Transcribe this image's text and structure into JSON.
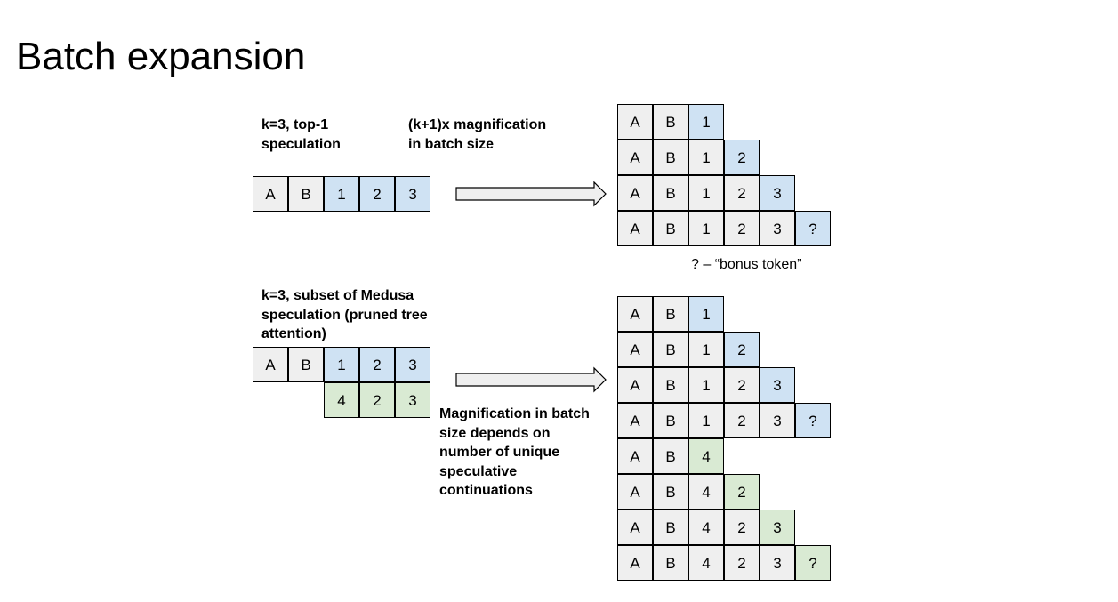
{
  "title": "Batch expansion",
  "colors": {
    "plain": "#efefef",
    "blue": "#cfe2f3",
    "green": "#d9ead3",
    "stroke": "#000000"
  },
  "top_section": {
    "label_left": "k=3, top-1\nspeculation",
    "label_right": "(k+1)x magnification\nin batch size",
    "input_row": [
      {
        "text": "A",
        "color": "plain"
      },
      {
        "text": "B",
        "color": "plain"
      },
      {
        "text": "1",
        "color": "blue"
      },
      {
        "text": "2",
        "color": "blue"
      },
      {
        "text": "3",
        "color": "blue"
      }
    ],
    "output_rows": [
      [
        "A",
        "B",
        "1"
      ],
      [
        "A",
        "B",
        "1",
        "2"
      ],
      [
        "A",
        "B",
        "1",
        "2",
        "3"
      ],
      [
        "A",
        "B",
        "1",
        "2",
        "3",
        "?"
      ]
    ],
    "output_highlight": "blue",
    "footnote": "? – “bonus token”"
  },
  "bottom_section": {
    "label_left": "k=3, subset of Medusa\nspeculation (pruned tree\nattention)",
    "label_right": "Magnification in batch\nsize depends on\nnumber of unique\nspeculative\ncontinuations",
    "input_row_1": [
      {
        "text": "A",
        "color": "plain"
      },
      {
        "text": "B",
        "color": "plain"
      },
      {
        "text": "1",
        "color": "blue"
      },
      {
        "text": "2",
        "color": "blue"
      },
      {
        "text": "3",
        "color": "blue"
      }
    ],
    "input_row_2": [
      {
        "text": "4",
        "color": "green"
      },
      {
        "text": "2",
        "color": "green"
      },
      {
        "text": "3",
        "color": "green"
      }
    ],
    "output_rows": [
      {
        "cells": [
          "A",
          "B",
          "1"
        ],
        "highlight": "blue"
      },
      {
        "cells": [
          "A",
          "B",
          "1",
          "2"
        ],
        "highlight": "blue"
      },
      {
        "cells": [
          "A",
          "B",
          "1",
          "2",
          "3"
        ],
        "highlight": "blue"
      },
      {
        "cells": [
          "A",
          "B",
          "1",
          "2",
          "3",
          "?"
        ],
        "highlight": "blue"
      },
      {
        "cells": [
          "A",
          "B",
          "4"
        ],
        "highlight": "green"
      },
      {
        "cells": [
          "A",
          "B",
          "4",
          "2"
        ],
        "highlight": "green"
      },
      {
        "cells": [
          "A",
          "B",
          "4",
          "2",
          "3"
        ],
        "highlight": "green"
      },
      {
        "cells": [
          "A",
          "B",
          "4",
          "2",
          "3",
          "?"
        ],
        "highlight": "green"
      }
    ]
  }
}
